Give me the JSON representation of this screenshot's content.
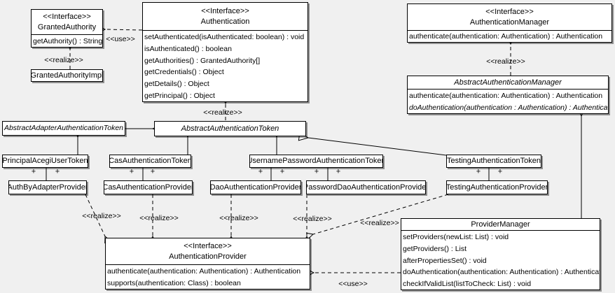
{
  "colors": {
    "background": "#f0f0f0",
    "box_fill": "#ffffff",
    "line": "#000000",
    "text": "#000000"
  },
  "labels": {
    "interface_stereotype": "<<Interface>>",
    "use": "<<use>>",
    "realize": "<<realize>>",
    "plus": "+"
  },
  "classes": {
    "granted_authority": {
      "stereotype": "<<Interface>>",
      "name": "GrantedAuthority",
      "methods": [
        "getAuthority() : String"
      ]
    },
    "granted_authority_impl": {
      "name": "GrantedAuthorityImpl"
    },
    "authentication": {
      "stereotype": "<<Interface>>",
      "name": "Authentication",
      "methods": [
        "setAuthenticated(isAuthenticated: boolean) : void",
        "isAuthenticated() : boolean",
        "getAuthorities() : GrantedAuthority[]",
        "getCredentials() : Object",
        "getDetails() : Object",
        "getPrincipal() : Object"
      ]
    },
    "authentication_manager": {
      "stereotype": "<<Interface>>",
      "name": "AuthenticationManager",
      "methods": [
        "authenticate(authentication: Authentication) : Authentication"
      ]
    },
    "abstract_authentication_manager": {
      "name": "AbstractAuthenticationManager",
      "abstract": true,
      "methods": [
        "authenticate(authentication: Authentication) : Authentication",
        "doAuthentication(authentication : Authentication) : Authentication"
      ]
    },
    "abstract_adapter_authentication_token": {
      "name": "AbstractAdapterAuthenticationToken",
      "abstract": true
    },
    "abstract_authentication_token": {
      "name": "AbstractAuthenticationToken",
      "abstract": true
    },
    "principal_acegi_user_token": {
      "name": "PrincipalAcegiUserToken"
    },
    "cas_authentication_token": {
      "name": "CasAuthenticationToken"
    },
    "username_password_authentication_token": {
      "name": "UsernamePasswordAuthenticationToken"
    },
    "testing_authentication_token": {
      "name": "TestingAuthenticationToken"
    },
    "auth_by_adapter_provider": {
      "name": "AuthByAdapterProvider"
    },
    "cas_authentication_provider": {
      "name": "CasAuthenticationProvider"
    },
    "dao_authentication_provider": {
      "name": "DaoAuthenticationProvider"
    },
    "password_dao_authentication_provider": {
      "name": "PasswordDaoAuthenticationProvider"
    },
    "testing_authentication_provider": {
      "name": "TestingAuthenticationProvider"
    },
    "authentication_provider": {
      "stereotype": "<<Interface>>",
      "name": "AuthenticationProvider",
      "methods": [
        "authenticate(authentication: Authentication) : Authentication",
        "supports(authentication: Class) : boolean"
      ]
    },
    "provider_manager": {
      "name": "ProviderManager",
      "methods": [
        "setProviders(newList: List) : void",
        "getProviders() : List",
        "afterPropertiesSet() : void",
        "doAuthentication(authentication: Authentication) : Authentication",
        "checkIfValidList(listToCheck: List) : void"
      ]
    }
  },
  "relationships": [
    {
      "type": "use",
      "from": "Authentication",
      "to": "GrantedAuthority"
    },
    {
      "type": "realize",
      "from": "GrantedAuthorityImpl",
      "to": "GrantedAuthority"
    },
    {
      "type": "realize",
      "from": "AbstractAuthenticationToken",
      "to": "Authentication"
    },
    {
      "type": "realize",
      "from": "AbstractAuthenticationManager",
      "to": "AuthenticationManager"
    },
    {
      "type": "generalization",
      "from": "AbstractAdapterAuthenticationToken",
      "to": "AbstractAuthenticationToken"
    },
    {
      "type": "generalization",
      "from": "PrincipalAcegiUserToken",
      "to": "AbstractAdapterAuthenticationToken"
    },
    {
      "type": "generalization",
      "from": "CasAuthenticationToken",
      "to": "AbstractAuthenticationToken"
    },
    {
      "type": "generalization",
      "from": "UsernamePasswordAuthenticationToken",
      "to": "AbstractAuthenticationToken"
    },
    {
      "type": "generalization",
      "from": "TestingAuthenticationToken",
      "to": "AbstractAuthenticationToken"
    },
    {
      "type": "generalization",
      "from": "ProviderManager",
      "to": "AbstractAuthenticationManager"
    },
    {
      "type": "association",
      "from": "PrincipalAcegiUserToken",
      "to": "AuthByAdapterProvider"
    },
    {
      "type": "association",
      "from": "CasAuthenticationToken",
      "to": "CasAuthenticationProvider"
    },
    {
      "type": "association",
      "from": "UsernamePasswordAuthenticationToken",
      "to": "DaoAuthenticationProvider"
    },
    {
      "type": "association",
      "from": "UsernamePasswordAuthenticationToken",
      "to": "PasswordDaoAuthenticationProvider"
    },
    {
      "type": "association",
      "from": "TestingAuthenticationToken",
      "to": "TestingAuthenticationProvider"
    },
    {
      "type": "realize",
      "from": "AuthByAdapterProvider",
      "to": "AuthenticationProvider"
    },
    {
      "type": "realize",
      "from": "CasAuthenticationProvider",
      "to": "AuthenticationProvider"
    },
    {
      "type": "realize",
      "from": "DaoAuthenticationProvider",
      "to": "AuthenticationProvider"
    },
    {
      "type": "realize",
      "from": "PasswordDaoAuthenticationProvider",
      "to": "AuthenticationProvider"
    },
    {
      "type": "realize",
      "from": "TestingAuthenticationProvider",
      "to": "AuthenticationProvider"
    },
    {
      "type": "use",
      "from": "ProviderManager",
      "to": "AuthenticationProvider"
    }
  ]
}
